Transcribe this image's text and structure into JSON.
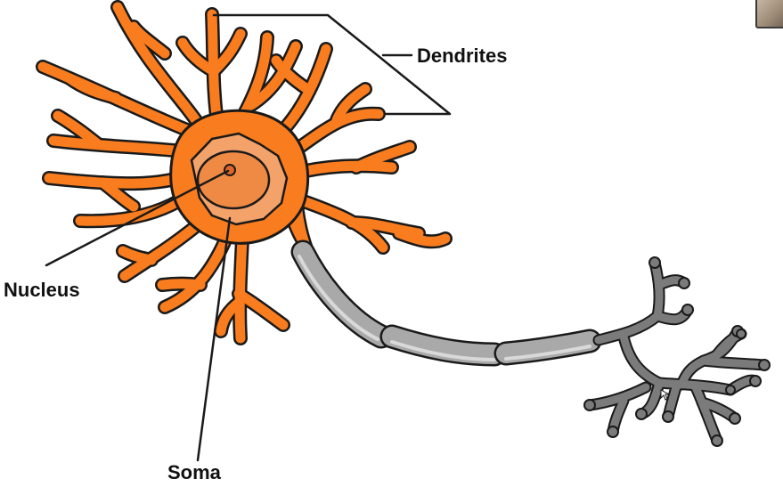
{
  "labels": {
    "dendrites": "Dendrites",
    "nucleus": "Nucleus",
    "soma": "Soma"
  },
  "colors": {
    "cell_body": "#f97c1e",
    "soma_region": "#f3a26a",
    "nucleus": "#ef8a45",
    "nucleolus": "#e0652a",
    "axon_myelin": "#a9a9a9",
    "myelin_highlight": "#d9d9d9",
    "axon_terminal": "#7b7b7b",
    "outline": "#1a1a1a",
    "label_text": "#111111"
  }
}
